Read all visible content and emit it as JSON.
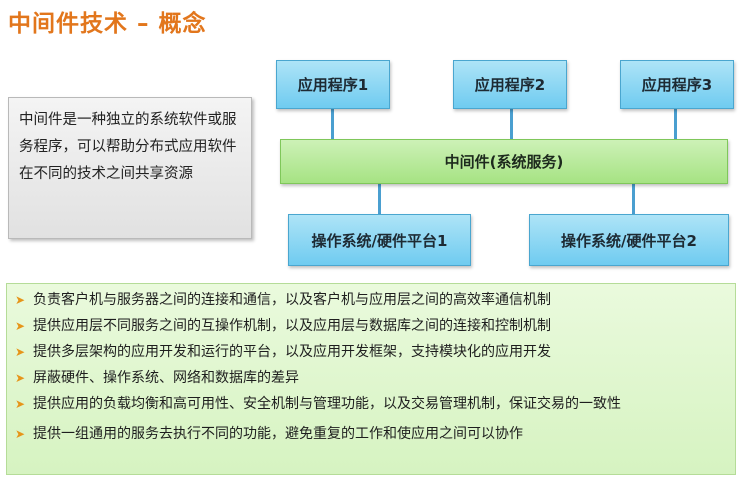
{
  "title": "中间件技术 – 概念",
  "definition": "中间件是一种独立的系统软件或服务程序，可以帮助分布式应用软件在不同的技术之间共享资源",
  "diagram": {
    "apps": [
      "应用程序1",
      "应用程序2",
      "应用程序3"
    ],
    "middleware": "中间件(系统服务)",
    "platforms": [
      "操作系统/硬件平台1",
      "操作系统/硬件平台2"
    ]
  },
  "features": [
    "负责客户机与服务器之间的连接和通信，以及客户机与应用层之间的高效率通信机制",
    "提供应用层不同服务之间的互操作机制，以及应用层与数据库之间的连接和控制机制",
    "提供多层架构的应用开发和运行的平台，以及应用开发框架，支持模块化的应用开发",
    "屏蔽硬件、操作系统、网络和数据库的差异",
    "提供应用的负载均衡和高可用性、安全机制与管理功能，以及交易管理机制，保证交易的一致性",
    "提供一组通用的服务去执行不同的功能，避免重复的工作和使应用之间可以协作"
  ],
  "colors": {
    "title": "#e2761c",
    "box_blue": "#6fcbf0",
    "box_green": "#a6e383",
    "connector": "#4a9fd0",
    "bullet": "#e6951a"
  }
}
